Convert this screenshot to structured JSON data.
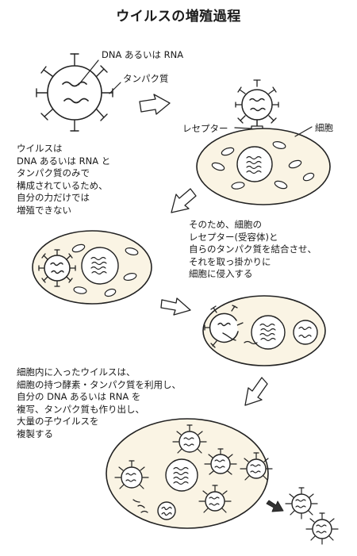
{
  "title": "ウイルスの増殖過程",
  "labels": {
    "dna_rna": "DNA あるいは RNA",
    "protein": "タンパク質",
    "receptor": "レセプター",
    "cell": "細胞"
  },
  "text_blocks": {
    "virus_desc": "ウイルスは\nDNA あるいは RNA と\nタンパク質のみで\n構成されているため、\n自分の力だけでは\n増殖できない",
    "binding_desc": "そのため、細胞の\nレセプター(受容体)と\n自らのタンパク質を結合させ、\nそれを取っ掛かりに\n細胞に侵入する",
    "replication_desc": "細胞内に入ったウイルスは、\n細胞の持つ酵素・タンパク質を利用し、\n自分の DNA あるいは RNA を\n複写、タンパク質も作り出し、\n大量の子ウイルスを\n複製する"
  }
}
